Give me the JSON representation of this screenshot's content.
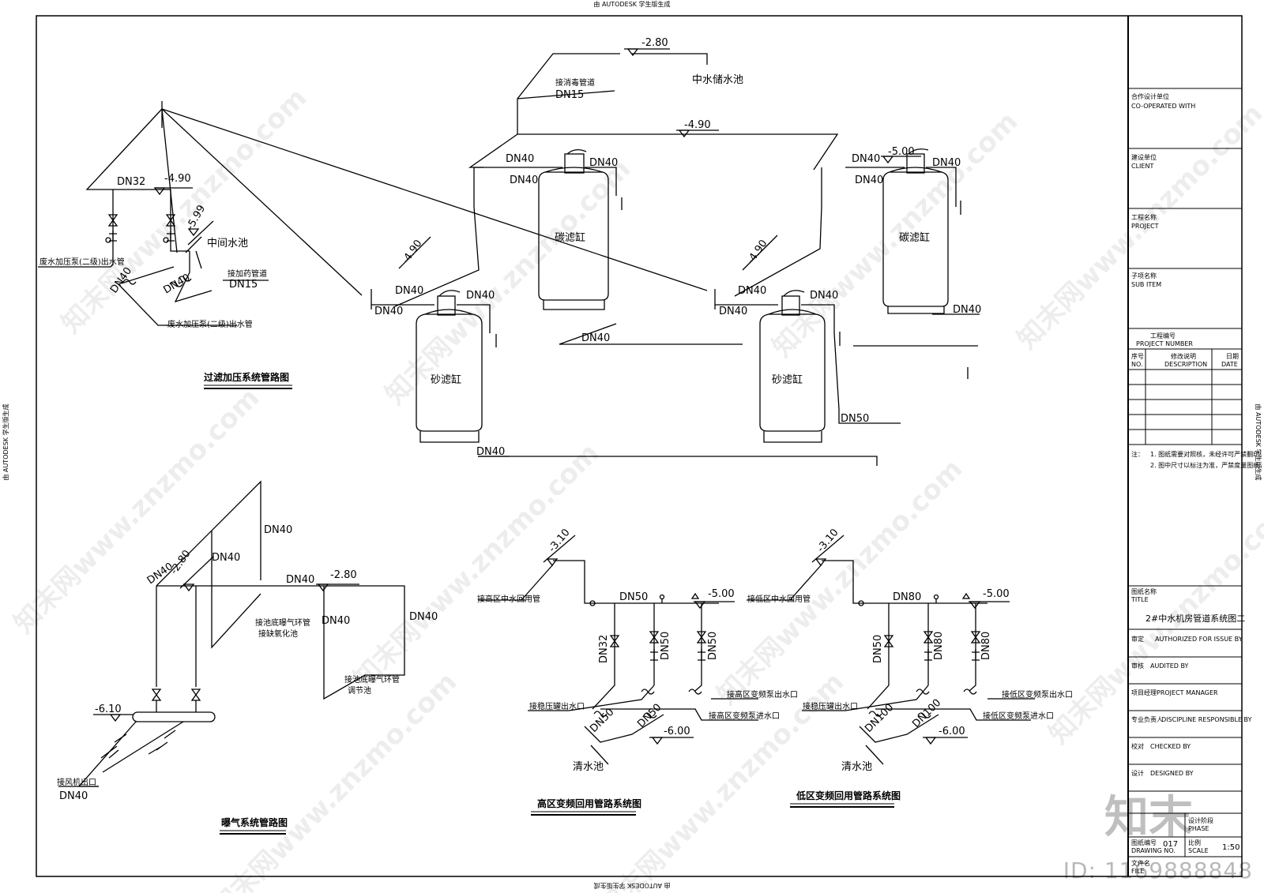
{
  "autodesk_stamp": "由 AUTODESK 学生版生成",
  "diagrams": {
    "filter": {
      "title": "过滤加压系统管路图",
      "labels": {
        "dn32": "DN32",
        "lvl_490_a": "-4.90",
        "lvl_599": "-5.99",
        "middle_pool": "中间水池",
        "pump_out_top": "废水加压泵(二级)出水管",
        "pump_out_bottom": "废水加压泵(二级)出水管",
        "dn40_a": "DN40",
        "dn40_b": "DN40",
        "dose_pipe_a": "接加药管道",
        "dn15_a": "DN15",
        "lvl_280_top": "-2.80",
        "reuse_pool": "中水储水池",
        "disinfect_pipe": "接消毒管道",
        "dn15_b": "DN15",
        "lvl_490_b": "-4.90",
        "lvl_500": "-5.00",
        "lvl_490_c": "-4.90",
        "lvl_490_d": "-4.90",
        "dn40_c1": "DN40",
        "dn40_c2": "DN40",
        "dn40_c3": "DN40",
        "dn40_d1": "DN40",
        "dn40_d2": "DN40",
        "dn40_d3": "DN40",
        "dn40_e1": "DN40",
        "dn40_e2": "DN40",
        "dn40_e3": "DN40",
        "dn40_f1": "DN40",
        "dn40_f2": "DN40",
        "dn40_f3": "DN40",
        "dn40_g": "DN40",
        "dn40_h": "DN40",
        "dn40_i": "DN40",
        "dn50": "DN50",
        "sand1": "砂滤缸",
        "sand2": "砂滤缸",
        "carbon1": "碳滤缸",
        "carbon2": "碳滤缸"
      }
    },
    "aeration": {
      "title": "曝气系统管路图",
      "labels": {
        "dn40_a": "DN40",
        "lvl_280_a": "-2.80",
        "dn40_b": "DN40",
        "dn40_c": "DN40",
        "dn40_d": "DN40",
        "lvl_280_b": "-2.80",
        "dn40_e": "DN40",
        "dn40_f": "DN40",
        "note_a1": "接池底曝气环管",
        "note_a2": "接缺氧化池",
        "note_b1": "接池底曝气环管",
        "note_b2": "调节池",
        "lvl_610": "-6.10",
        "blower": "接风机出口",
        "dn40_g": "DN40"
      }
    },
    "high": {
      "title": "高区变频回用管路系统图",
      "labels": {
        "lvl_310": "-3.10",
        "reuse_pipe": "接高区中水回用管",
        "dn50_main": "DN50",
        "lvl_500": "-5.00",
        "dn32": "DN32",
        "dn50_a": "DN50",
        "dn50_b": "DN50",
        "tank_out": "接稳压罐出水口",
        "pump_out": "接高区变频泵出水口",
        "pump_in": "接高区变频泵进水口",
        "dn50_c": "DN50",
        "dn50_d": "DN50",
        "lvl_600": "-6.00",
        "clear_pool": "清水池"
      }
    },
    "low": {
      "title": "低区变频回用管路系统图",
      "labels": {
        "lvl_310": "-3.10",
        "reuse_pipe": "接低区中水回用管",
        "dn80_main": "DN80",
        "lvl_500": "-5.00",
        "dn50": "DN50",
        "dn80_a": "DN80",
        "dn80_b": "DN80",
        "tank_out": "接稳压罐出水口",
        "pump_out": "接低区变频泵出水口",
        "pump_in": "接低区变频泵进水口",
        "dn100_a": "DN100",
        "dn100_b": "DN100",
        "lvl_600": "-6.00",
        "clear_pool": "清水池"
      }
    }
  },
  "title_block": {
    "coop_cn": "合作设计单位",
    "coop_en": "CO-OPERATED WITH",
    "client_cn": "建设单位",
    "client_en": "CLIENT",
    "project_cn": "工程名称",
    "project_en": "PROJECT",
    "sub_cn": "子项名称",
    "sub_en": "SUB ITEM",
    "projnum_cn": "工程编号",
    "projnum_en": "PROJECT NUMBER",
    "col_no_cn": "序号",
    "col_no_en": "NO.",
    "col_desc_cn": "修改说明",
    "col_desc_en": "DESCRIPTION",
    "col_date_cn": "日期",
    "col_date_en": "DATE",
    "notes_label": "注：",
    "note1": "1. 图纸需要对照核，未经许可严禁翻印。",
    "note2": "2. 图中尺寸以标注为准，严禁度量图纸。",
    "title_cn": "图纸名称",
    "title_en": "TITLE",
    "drawing_title": "2#中水机房管道系统图二",
    "r1_cn": "审定",
    "r1_en": "AUTHORIZED FOR ISSUE BY",
    "r2_cn": "审核",
    "r2_en": "AUDITED BY",
    "r3_cn": "项目经理",
    "r3_en": "PROJECT MANAGER",
    "r4_cn": "专业负责人",
    "r4_en": "DISCIPLINE RESPONSIBLE BY",
    "r5_cn": "校对",
    "r5_en": "CHECKED BY",
    "r6_cn": "设计",
    "r6_en": "DESIGNED BY",
    "phase_cn": "设计阶段",
    "phase_en": "PHASE",
    "dwgno_cn": "图纸编号",
    "dwgno_en": "DRAWING NO.",
    "dwgno_val": "017",
    "scale_cn": "比例",
    "scale_en": "SCALE",
    "scale_val": "1:50",
    "file_cn": "文件名",
    "file_en": "FILE"
  },
  "watermark": {
    "text": "www.znzmo.com",
    "brand": "知末网",
    "logo": "知末",
    "id": "ID: 1169888848"
  }
}
